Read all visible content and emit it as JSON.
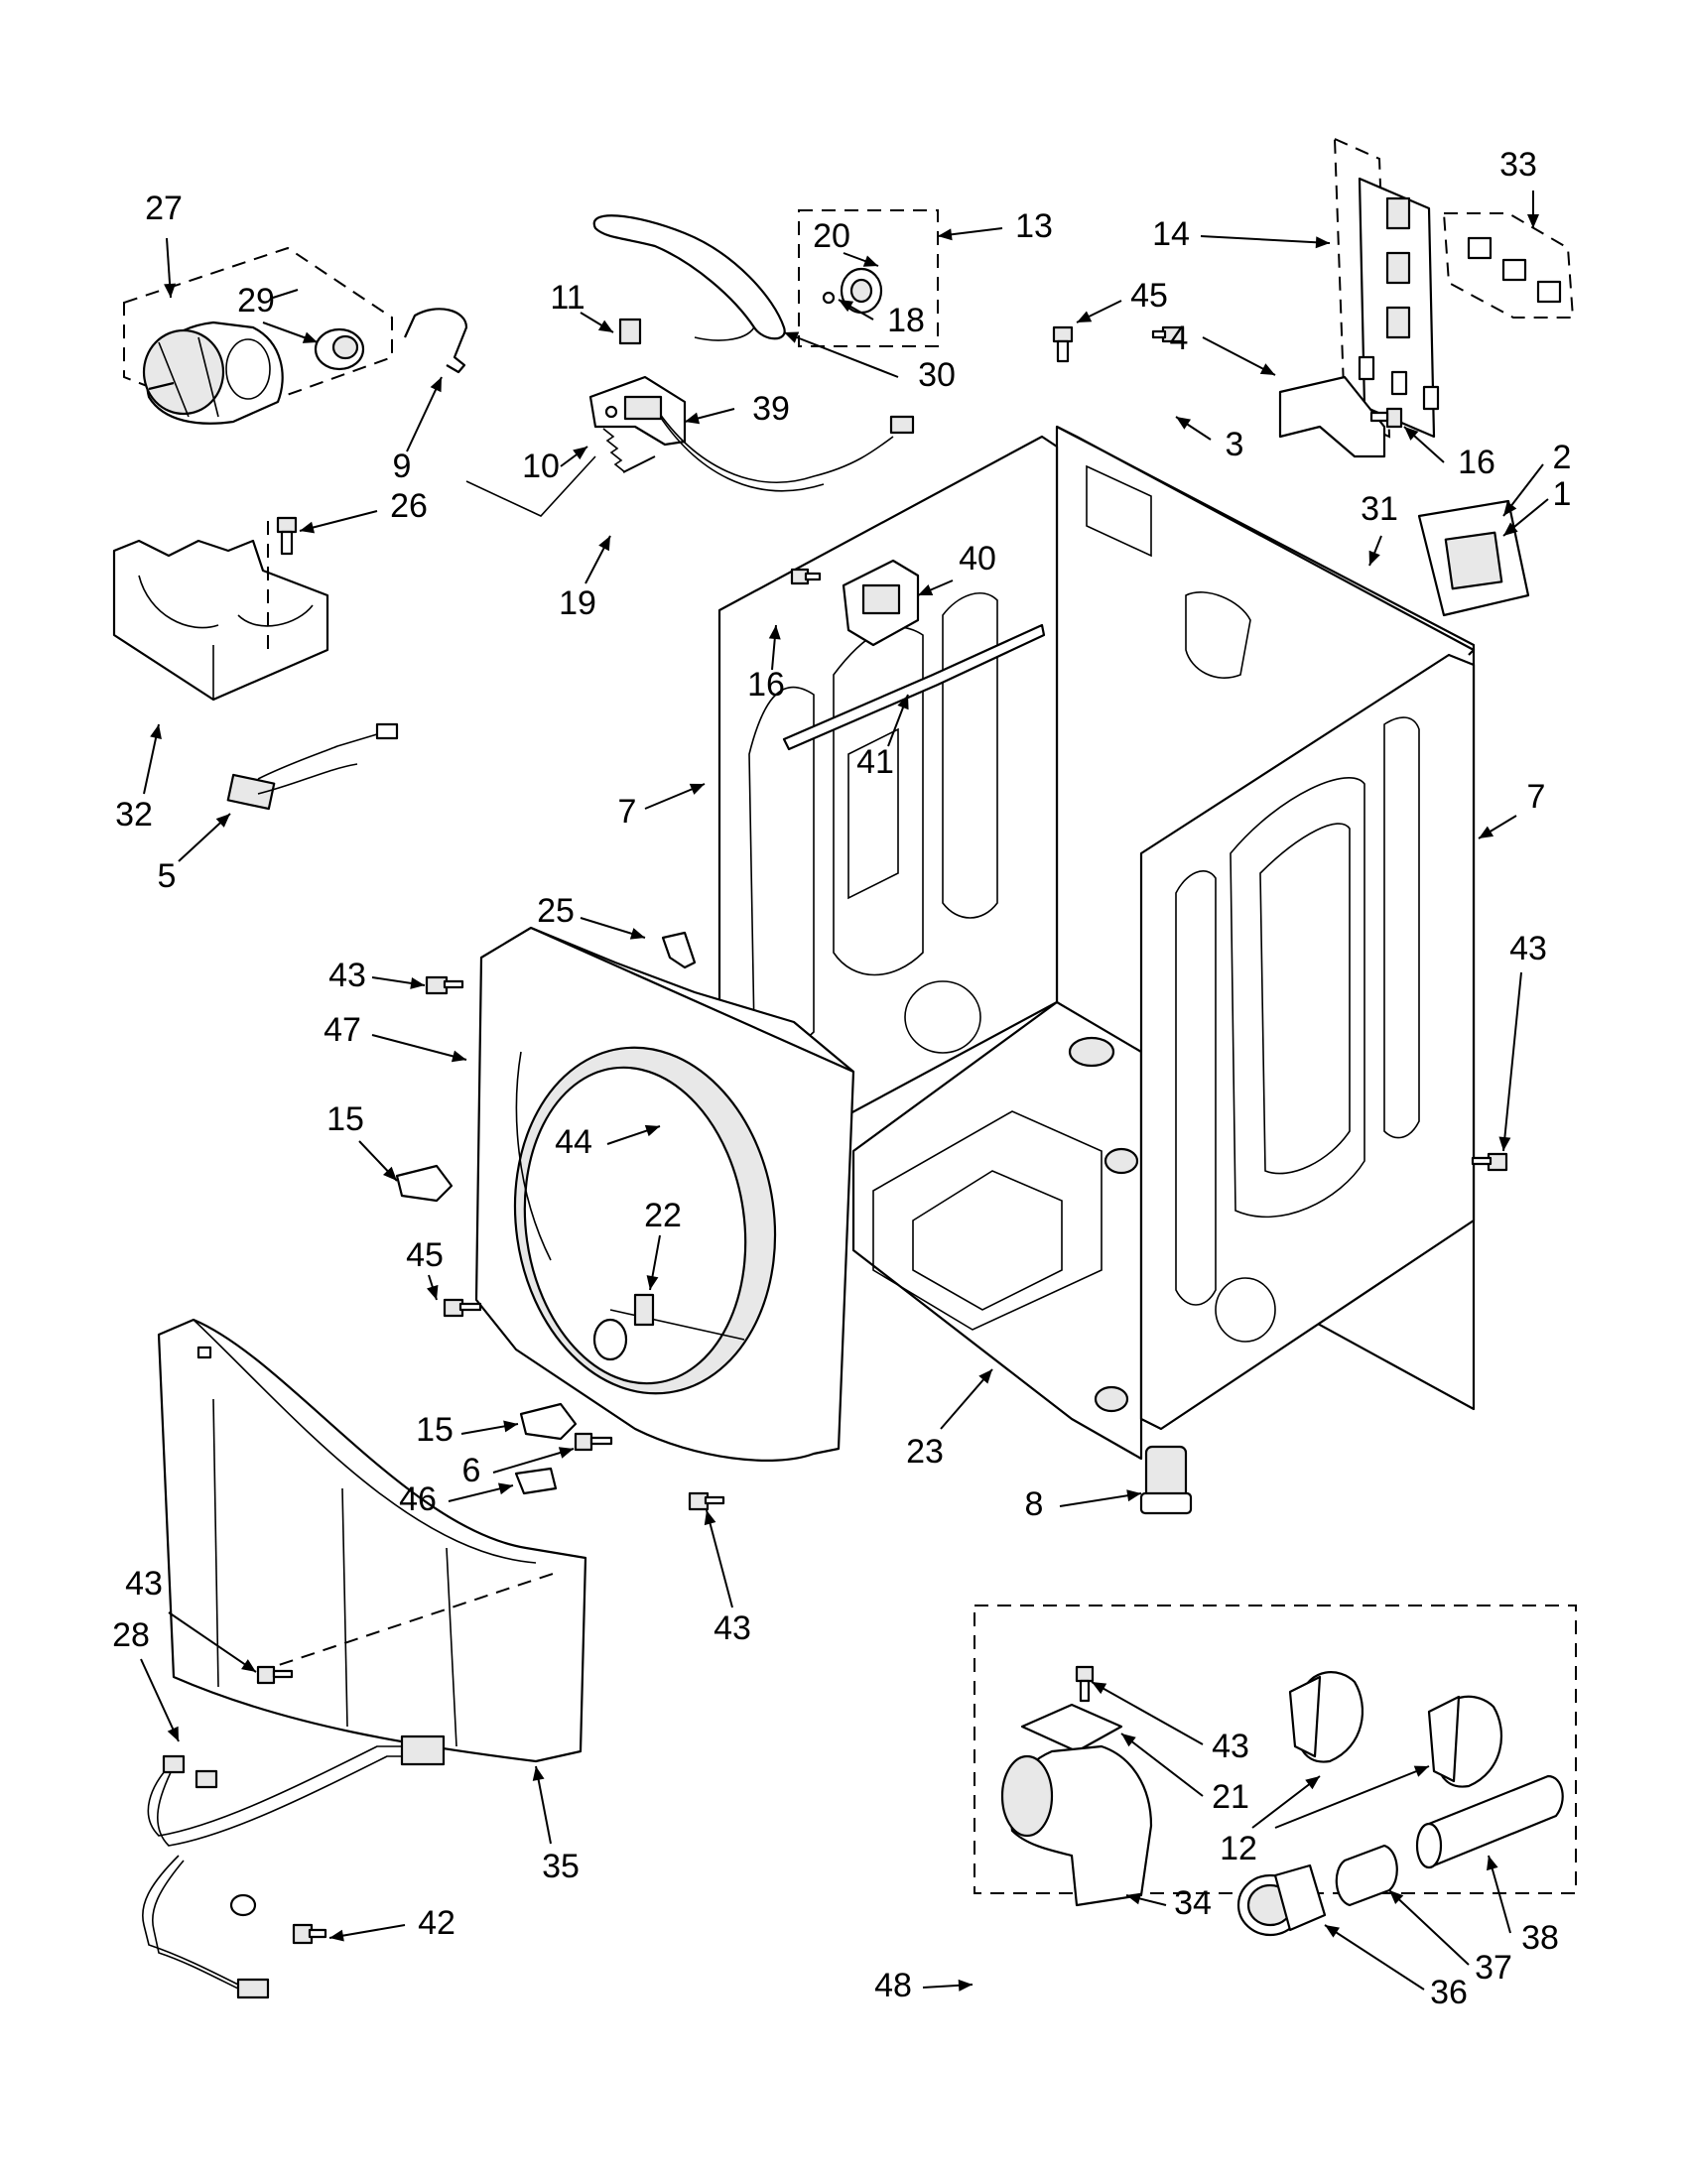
{
  "labels": {
    "p1": "1",
    "p2": "2",
    "p3": "3",
    "p4": "4",
    "p5": "5",
    "p6": "6",
    "p7": "7",
    "p8": "8",
    "p9": "9",
    "p10": "10",
    "p11": "11",
    "p12": "12",
    "p13": "13",
    "p14": "14",
    "p15": "15",
    "p16": "16",
    "p18": "18",
    "p19": "19",
    "p20": "20",
    "p21": "21",
    "p22": "22",
    "p23": "23",
    "p25": "25",
    "p26": "26",
    "p27": "27",
    "p28": "28",
    "p29": "29",
    "p30": "30",
    "p31": "31",
    "p32": "32",
    "p33": "33",
    "p34": "34",
    "p35": "35",
    "p36": "36",
    "p37": "37",
    "p38": "38",
    "p39": "39",
    "p40": "40",
    "p41": "41",
    "p42": "42",
    "p43": "43",
    "p44": "44",
    "p45": "45",
    "p46": "46",
    "p47": "47",
    "p48": "48"
  }
}
